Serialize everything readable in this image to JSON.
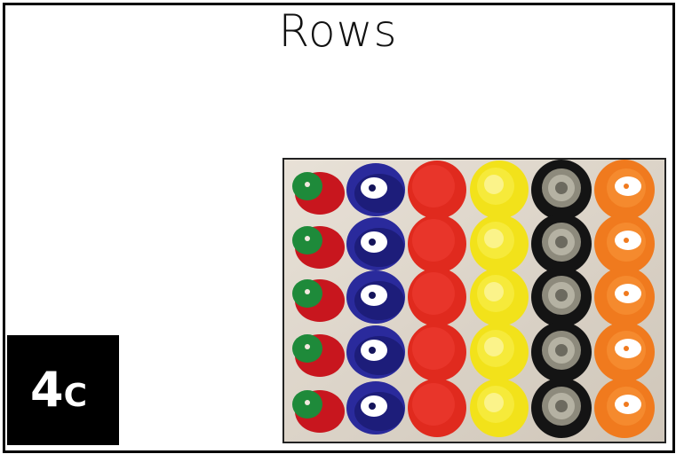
{
  "slide": {
    "title": "Rows",
    "badge": {
      "number": "4",
      "letter": "C"
    }
  },
  "photo": {
    "description_icon": "bottle-caps-photo-icon",
    "rows": 5,
    "columns": [
      {
        "name": "red-green-cap",
        "color": "#c8161e",
        "accent": "#1e8a3a"
      },
      {
        "name": "blue-cap",
        "color": "#2a2a9c",
        "accent": "#ffffff"
      },
      {
        "name": "red-cap",
        "color": "#e02a1e",
        "accent": "#e02a1e"
      },
      {
        "name": "yellow-cap",
        "color": "#f2e21a",
        "accent": "#f7ec4a"
      },
      {
        "name": "black-cap",
        "color": "#141414",
        "accent": "#9c9c8c"
      },
      {
        "name": "orange-cap",
        "color": "#f07a1e",
        "accent": "#ffffff"
      }
    ]
  }
}
